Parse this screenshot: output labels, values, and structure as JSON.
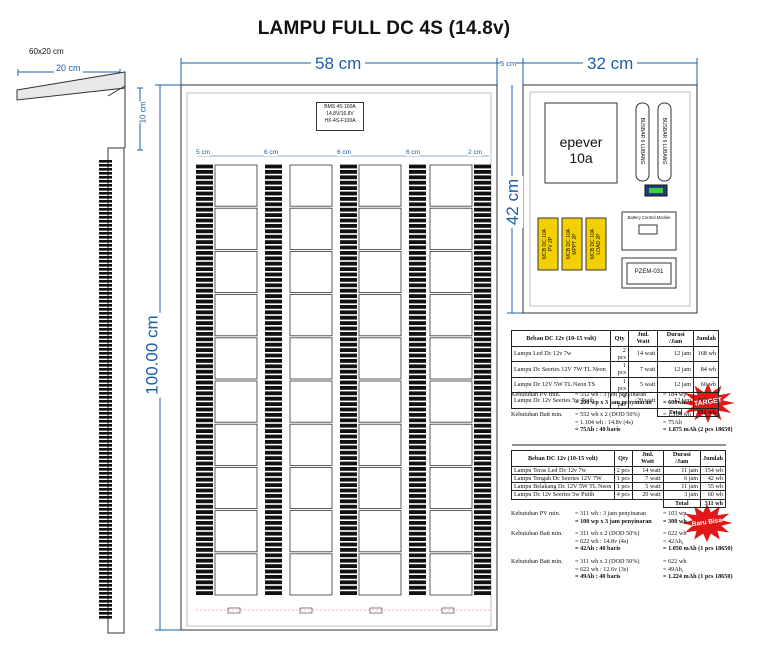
{
  "title": "LAMPU FULL DC 4S (14.8v)",
  "side_view": {
    "size_label": "60x20 cm",
    "width_label": "20 cm",
    "height_label": "10 cm"
  },
  "dimensions": {
    "panel_width": "58 cm",
    "gap": "5 cm",
    "box_width": "32 cm",
    "box_height": "42 cm",
    "panel_height": "100.00 cm"
  },
  "column_spacing": [
    "5 cm",
    "6 cm",
    "6 cm",
    "6 cm",
    "2 cm"
  ],
  "bms_label": [
    "BMS 4S 100A",
    "14.8V/16.8V",
    "HX-4S-F100A"
  ],
  "box": {
    "controller_line1": "epever",
    "controller_line2": "10a",
    "busbar1": "BUSBAR 6 LUBANG",
    "busbar2": "BUSBAR 6 LUBANG",
    "mcbs": [
      {
        "line1": "MCB DC 10A",
        "line2": "PV 2P"
      },
      {
        "line1": "MCB DC 10A",
        "line2": "MPPT 2P"
      },
      {
        "line1": "MCB DC 10A",
        "line2": "LOAD 2P"
      }
    ],
    "battery_module": "Battery Control Module",
    "pzem": "PZEM-031"
  },
  "table1": {
    "headers": [
      "Beban DC 12v (10-15 volt)",
      "Qty",
      "Jml. Watt",
      "Durasi /Jam",
      "Jumlah"
    ],
    "rows": [
      [
        "Lampu Led Dc 12v 7w",
        "2 pcs",
        "14 watt",
        "12 jam",
        "168 wh"
      ],
      [
        "Lampu Dc Seeries 12V 7W TL Neon",
        "1 pcs",
        "7 watt",
        "12 jam",
        "84 wh"
      ],
      [
        "Lampu Dc 12V 5W TL Neon TS",
        "1 pcs",
        "5 watt",
        "12 jam",
        "60 wh"
      ],
      [
        "Lampu Dc 12v Seeries 5w Putih",
        "4 pcs",
        "20 watt",
        "12 jam",
        "240 wh"
      ]
    ],
    "total_label": "Total",
    "total_value": "552 wh"
  },
  "calc1": [
    {
      "label": "Kebutuhan PV min.",
      "lines": [
        [
          "= 552 wh : 3 jam penyinaran",
          "= 184 wp"
        ],
        [
          "= 200 wp x 3 jam penyinaran",
          "= 600wh"
        ]
      ]
    },
    {
      "label": "Kebutuhan Batt min.",
      "lines": [
        [
          "= 552 wh x 2 (DOD 50%)",
          "= 1.104 wh"
        ],
        [
          "= 1.104 wh : 14.8v (4s)",
          "= 75Ah"
        ],
        [
          "= 75Ah : 40 baris",
          "= 1.875 mAh (2 pcs 18650)"
        ]
      ]
    }
  ],
  "badge1": "TARGET",
  "table2": {
    "headers": [
      "Beban DC 12v (10-15 volt)",
      "Qty",
      "Jml. Watt",
      "Durasi /Jam",
      "Jumlah"
    ],
    "rows": [
      [
        "Lampu Teras Led Dc 12v 7w",
        "2 pcs",
        "14 watt",
        "11 jam",
        "154 wh"
      ],
      [
        "Lampu Tengah Dc Seeries 12V 7W",
        "1 pcs",
        "7 watt",
        "6 jam",
        "42 wh"
      ],
      [
        "Lampu Belakang Dc 12V 5W TL Neon",
        "1 pcs",
        "5 watt",
        "11 jam",
        "55 wh"
      ],
      [
        "Lampu Dc 12v Seeries 5w Putih",
        "4 pcs",
        "20 watt",
        "3 jam",
        "60 wh"
      ]
    ],
    "total_label": "Total",
    "total_value": "311 wh"
  },
  "calc2": [
    {
      "label": "Kebutuhan PV min.",
      "lines": [
        [
          "= 311 wh : 3 jam penyinaran",
          "= 103 wp"
        ],
        [
          "= 100 wp x 3 jam penyinaran",
          "= 300 wh"
        ]
      ]
    },
    {
      "label": "Kebutuhan Batt min.",
      "lines": [
        [
          "= 311 wh x 2 (DOD 50%)",
          "= 622 wh"
        ],
        [
          "= 622 wh : 14.8v (4s)",
          "= 42Ah,"
        ],
        [
          "= 42Ah : 40 baris",
          "= 1.050 mAh (1 pcs 18650)"
        ]
      ]
    },
    {
      "label": "Kebutuhan Batt min.",
      "lines": [
        [
          "= 311 wh x 2 (DOD 50%)",
          "= 622 wh"
        ],
        [
          "= 622 wh : 12.6v (3s)",
          "= 49Ah,"
        ],
        [
          "= 49Ah : 40 baris",
          "= 1.224 mAh (1 pcs 18650)"
        ]
      ]
    }
  ],
  "badge2": "Baru Bisa",
  "colors": {
    "dimension": "#1a5fa8",
    "mcb": "#f5d000",
    "badge": "#e01818",
    "cell": "#111111"
  }
}
